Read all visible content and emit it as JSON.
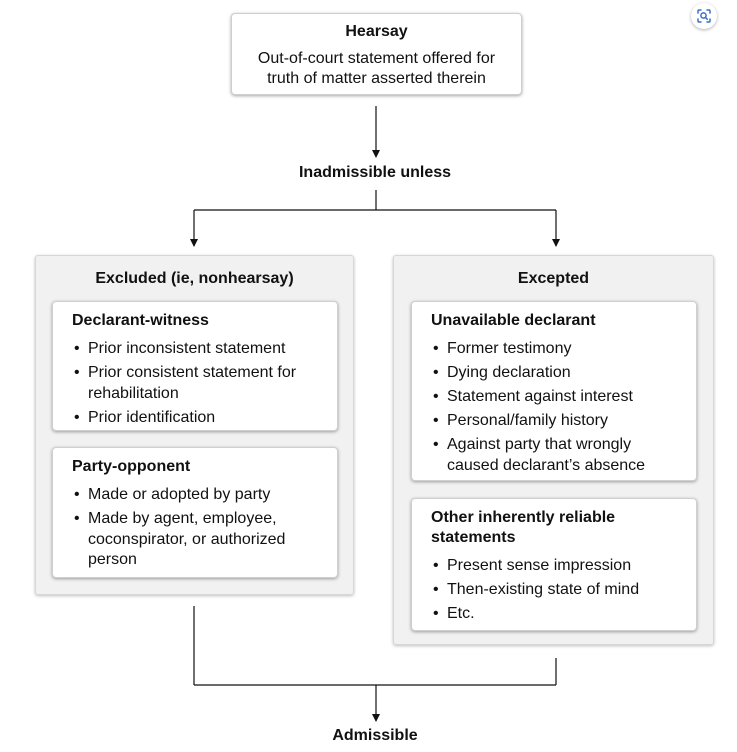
{
  "hearsay": {
    "title": "Hearsay",
    "definition_line1": "Out-of-court statement offered for",
    "definition_line2": "truth of matter asserted therein"
  },
  "inadmissible_label": "Inadmissible unless",
  "excluded": {
    "title": "Excluded (ie, nonhearsay)",
    "declarant_witness": {
      "title": "Declarant-witness",
      "items": [
        "Prior inconsistent statement",
        "Prior consistent statement for rehabilitation",
        "Prior identification"
      ]
    },
    "party_opponent": {
      "title": "Party-opponent",
      "items": [
        "Made or adopted by party",
        "Made by agent, employee, coconspirator, or authorized person"
      ]
    }
  },
  "excepted": {
    "title": "Excepted",
    "unavailable_declarant": {
      "title": "Unavailable declarant",
      "items": [
        "Former testimony",
        "Dying declaration",
        "Statement against interest",
        "Personal/family history",
        "Against party that wrongly caused declarant’s absence"
      ]
    },
    "other_reliable": {
      "title": "Other inherently reliable statements",
      "items": [
        "Present sense impression",
        "Then-existing state of mind",
        "Etc."
      ]
    }
  },
  "admissible_label": "Admissible",
  "colors": {
    "panel_background": "#f1f1f2",
    "box_background": "#ffffff",
    "line": "#111111"
  },
  "icons": {
    "corner_button": "image-search-icon"
  }
}
